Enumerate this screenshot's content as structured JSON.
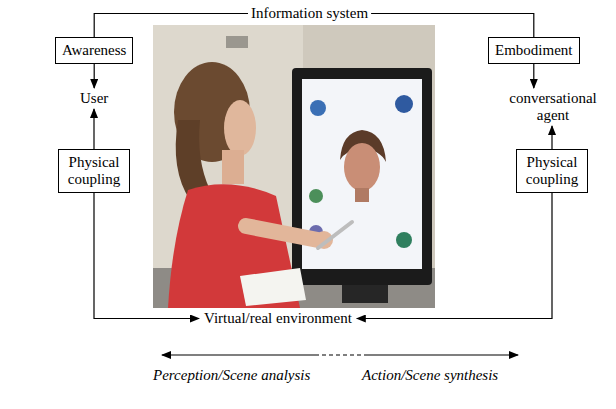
{
  "diagram": {
    "nodes": [
      {
        "text": [
          "Information system"
        ]
      },
      {
        "text": [
          "Awareness"
        ]
      },
      {
        "text": [
          "User"
        ]
      },
      {
        "text": [
          "Physical coupling"
        ]
      },
      {
        "text": [
          "Embodiment"
        ]
      },
      {
        "text": [
          "conversational agent"
        ]
      },
      {
        "text": [
          "Physical coupling"
        ]
      },
      {
        "text": [
          "Virtual/real environment"
        ]
      }
    ],
    "edges": [
      {
        "from": 0,
        "to": 1,
        "arrow": "none"
      },
      {
        "from": 0,
        "to": 4,
        "arrow": "none"
      },
      {
        "from": 1,
        "to": 2,
        "arrow": "to"
      },
      {
        "from": 3,
        "to": 2,
        "arrow": "to"
      },
      {
        "from": 3,
        "to": 7,
        "arrow": "to"
      },
      {
        "from": 4,
        "to": 5,
        "arrow": "to"
      },
      {
        "from": 6,
        "to": 5,
        "arrow": "to"
      },
      {
        "from": 6,
        "to": 7,
        "arrow": "to"
      }
    ],
    "labels": [
      "Perception/Scene analysis",
      "Action/Scene synthesis"
    ]
  }
}
